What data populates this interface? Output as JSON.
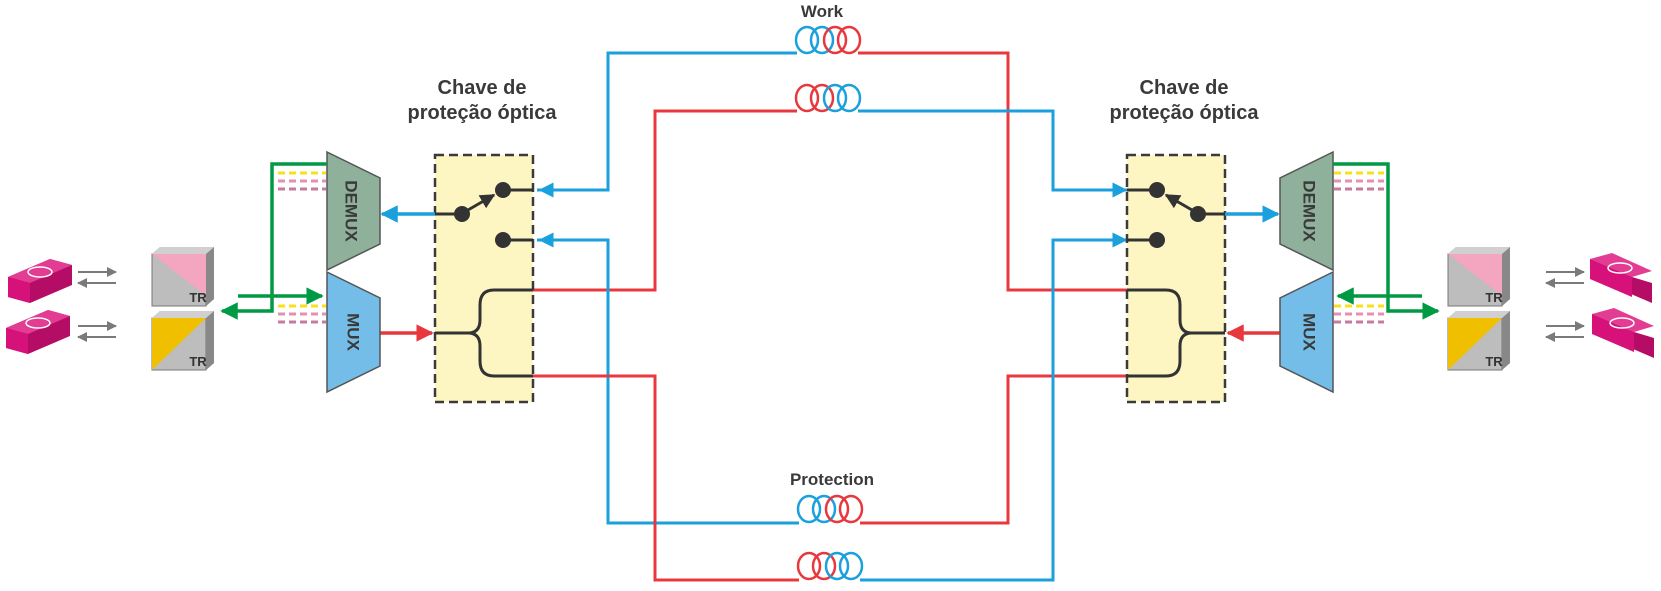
{
  "labels": {
    "work": "Work",
    "protection": "Protection",
    "switch_left_line1": "Chave de",
    "switch_left_line2": "proteção óptica",
    "switch_right_line1": "Chave de",
    "switch_right_line2": "proteção óptica",
    "demux": "DEMUX",
    "mux": "MUX",
    "transceiver": "TR"
  },
  "colors": {
    "work_path": "#e8383d",
    "protection_path": "#1aa0dc",
    "client_link": "#009a44",
    "switch_box_fill": "#fdf6c3",
    "switch_box_border": "#3a3a3a",
    "demux_fill": "#8fb09a",
    "mux_fill": "#74bde9",
    "router_fill": "#d6117a",
    "tr_pink": "#f4a6c0",
    "tr_yellow": "#f0c000",
    "tr_gray": "#bdbdbd"
  },
  "icons": [
    "router-icon",
    "transceiver-icon",
    "fiber-coil-icon",
    "optical-switch-icon",
    "optical-splitter-icon"
  ]
}
